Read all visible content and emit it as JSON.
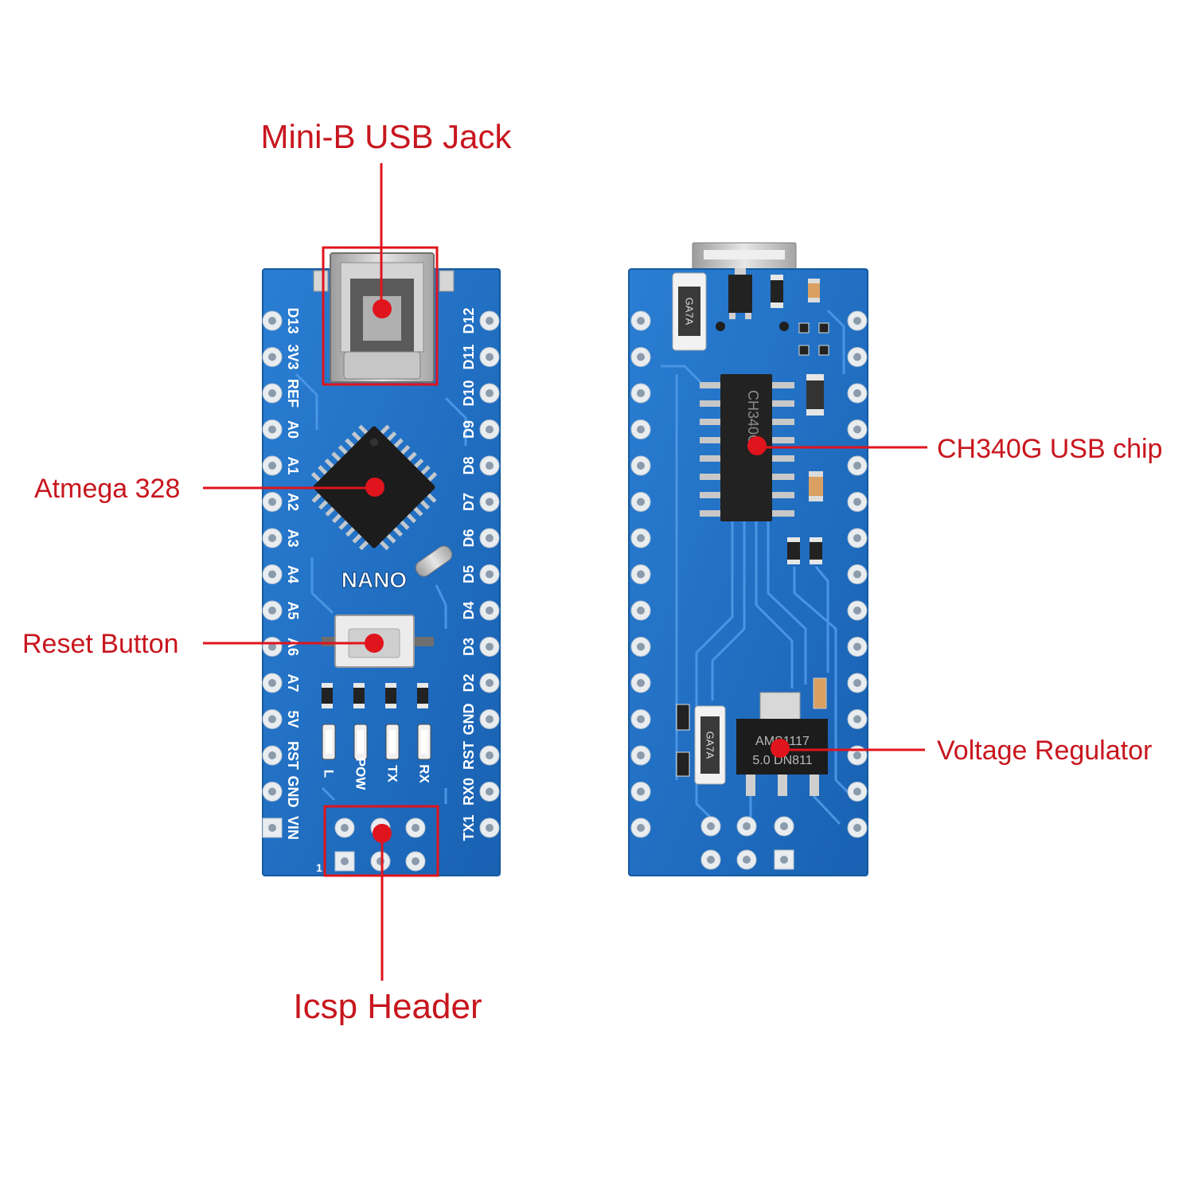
{
  "callouts": {
    "usb_jack": "Mini-B USB Jack",
    "atmega": "Atmega 328",
    "reset": "Reset Button",
    "icsp": "Icsp Header",
    "ch340g": "CH340G USB chip",
    "regulator": "Voltage Regulator"
  },
  "front_board": {
    "left_pins": [
      "D13",
      "3V3",
      "REF",
      "A0",
      "A1",
      "A2",
      "A3",
      "A4",
      "A5",
      "A6",
      "A7",
      "5V",
      "RST",
      "GND",
      "VIN"
    ],
    "right_pins": [
      "D12",
      "D11",
      "D10",
      "D9",
      "D8",
      "D7",
      "D6",
      "D5",
      "D4",
      "D3",
      "D2",
      "GND",
      "RST",
      "RX0",
      "TX1"
    ],
    "silkscreen": "NANO",
    "led_labels": [
      "L",
      "POW",
      "TX",
      "RX"
    ],
    "icsp_pin1": "1"
  },
  "back_board": {
    "ch340_marking": "CH340G",
    "diode_marking_top": "GA7A",
    "diode_marking_bottom": "GA7A",
    "regulator_marking": [
      "AMS1117",
      "5.0 DN811"
    ]
  },
  "colors": {
    "callout_text": "#c8161e",
    "callout_line": "#e0141c",
    "board": "#1f6fc5"
  }
}
